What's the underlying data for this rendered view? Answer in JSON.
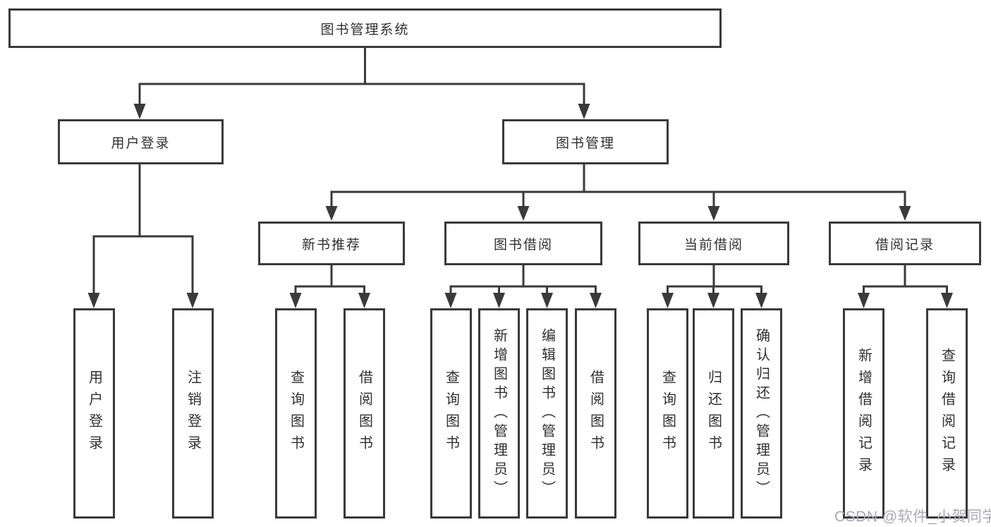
{
  "watermark": {
    "text": "CSDN @软件_小贺同学"
  },
  "colors": {
    "line": "#3a3a3a",
    "box_border": "#3a3a3a",
    "text": "#303030",
    "watermark": "#a9aab3"
  },
  "tree": {
    "root": {
      "label": "图书管理系统",
      "children": [
        {
          "label": "用户登录",
          "children": [
            {
              "label": "用户登录"
            },
            {
              "label": "注销登录"
            }
          ]
        },
        {
          "label": "图书管理",
          "children": [
            {
              "label": "新书推荐",
              "children": [
                {
                  "label": "查询图书"
                },
                {
                  "label": "借阅图书"
                }
              ]
            },
            {
              "label": "图书借阅",
              "children": [
                {
                  "label": "查询图书"
                },
                {
                  "label": "新增图书（管理员）"
                },
                {
                  "label": "编辑图书（管理员）"
                },
                {
                  "label": "借阅图书"
                }
              ]
            },
            {
              "label": "当前借阅",
              "children": [
                {
                  "label": "查询图书"
                },
                {
                  "label": "归还图书"
                },
                {
                  "label": "确认归还（管理员）"
                }
              ]
            },
            {
              "label": "借阅记录",
              "children": [
                {
                  "label": "新增借阅记录"
                },
                {
                  "label": "查询借阅记录"
                }
              ]
            }
          ]
        }
      ]
    }
  }
}
